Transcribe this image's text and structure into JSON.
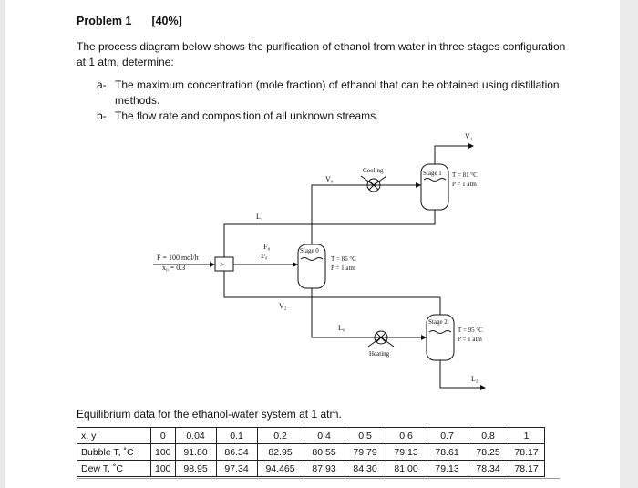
{
  "problem": {
    "title": "Problem 1",
    "weight": "[40%]",
    "intro": "The process diagram below shows the purification of ethanol from water in three stages configuration at 1 atm, determine:",
    "questions": [
      {
        "label": "a-",
        "text": "The maximum concentration (mole fraction) of ethanol that can be obtained using distillation methods."
      },
      {
        "label": "b-",
        "text": "The flow rate and composition of all unknown streams."
      }
    ]
  },
  "diagram": {
    "feed_label": "F = 100 mol/h",
    "feed_comp": "x₀ = 0.3",
    "valve_symbol": ">",
    "L1": "L₁",
    "F0": "F₀",
    "xF0": "xᶠ₀",
    "V0": "V₀",
    "V1": "V₁",
    "V2": "V₂",
    "L0": "L₀",
    "L2": "L₂",
    "cooling": "Cooling",
    "heating": "Heating",
    "stage0": "Stage 0",
    "stage0_T": "T = 86 °C",
    "stage0_P": "P = 1 atm",
    "stage1": "Stage 1",
    "stage1_T": "T = 81 °C",
    "stage1_P": "P = 1 atm",
    "stage2": "Stage 2",
    "stage2_T": "T = 95 °C",
    "stage2_P": "P = 1 atm"
  },
  "equilibrium": {
    "caption": "Equilibrium data for the ethanol-water system at 1 atm.",
    "rows": [
      {
        "head": "x, y",
        "values": [
          "0",
          "0.04",
          "0.1",
          "0.2",
          "0.4",
          "0.5",
          "0.6",
          "0.7",
          "0.8",
          "1"
        ]
      },
      {
        "head": "Bubble T, ˚C",
        "values": [
          "100",
          "91.80",
          "86.34",
          "82.95",
          "80.55",
          "79.79",
          "79.13",
          "78.61",
          "78.25",
          "78.17"
        ]
      },
      {
        "head": "Dew T, ˚C",
        "values": [
          "100",
          "98.95",
          "97.34",
          "94.465",
          "87.93",
          "84.30",
          "81.00",
          "79.13",
          "78.34",
          "78.17"
        ]
      }
    ]
  }
}
